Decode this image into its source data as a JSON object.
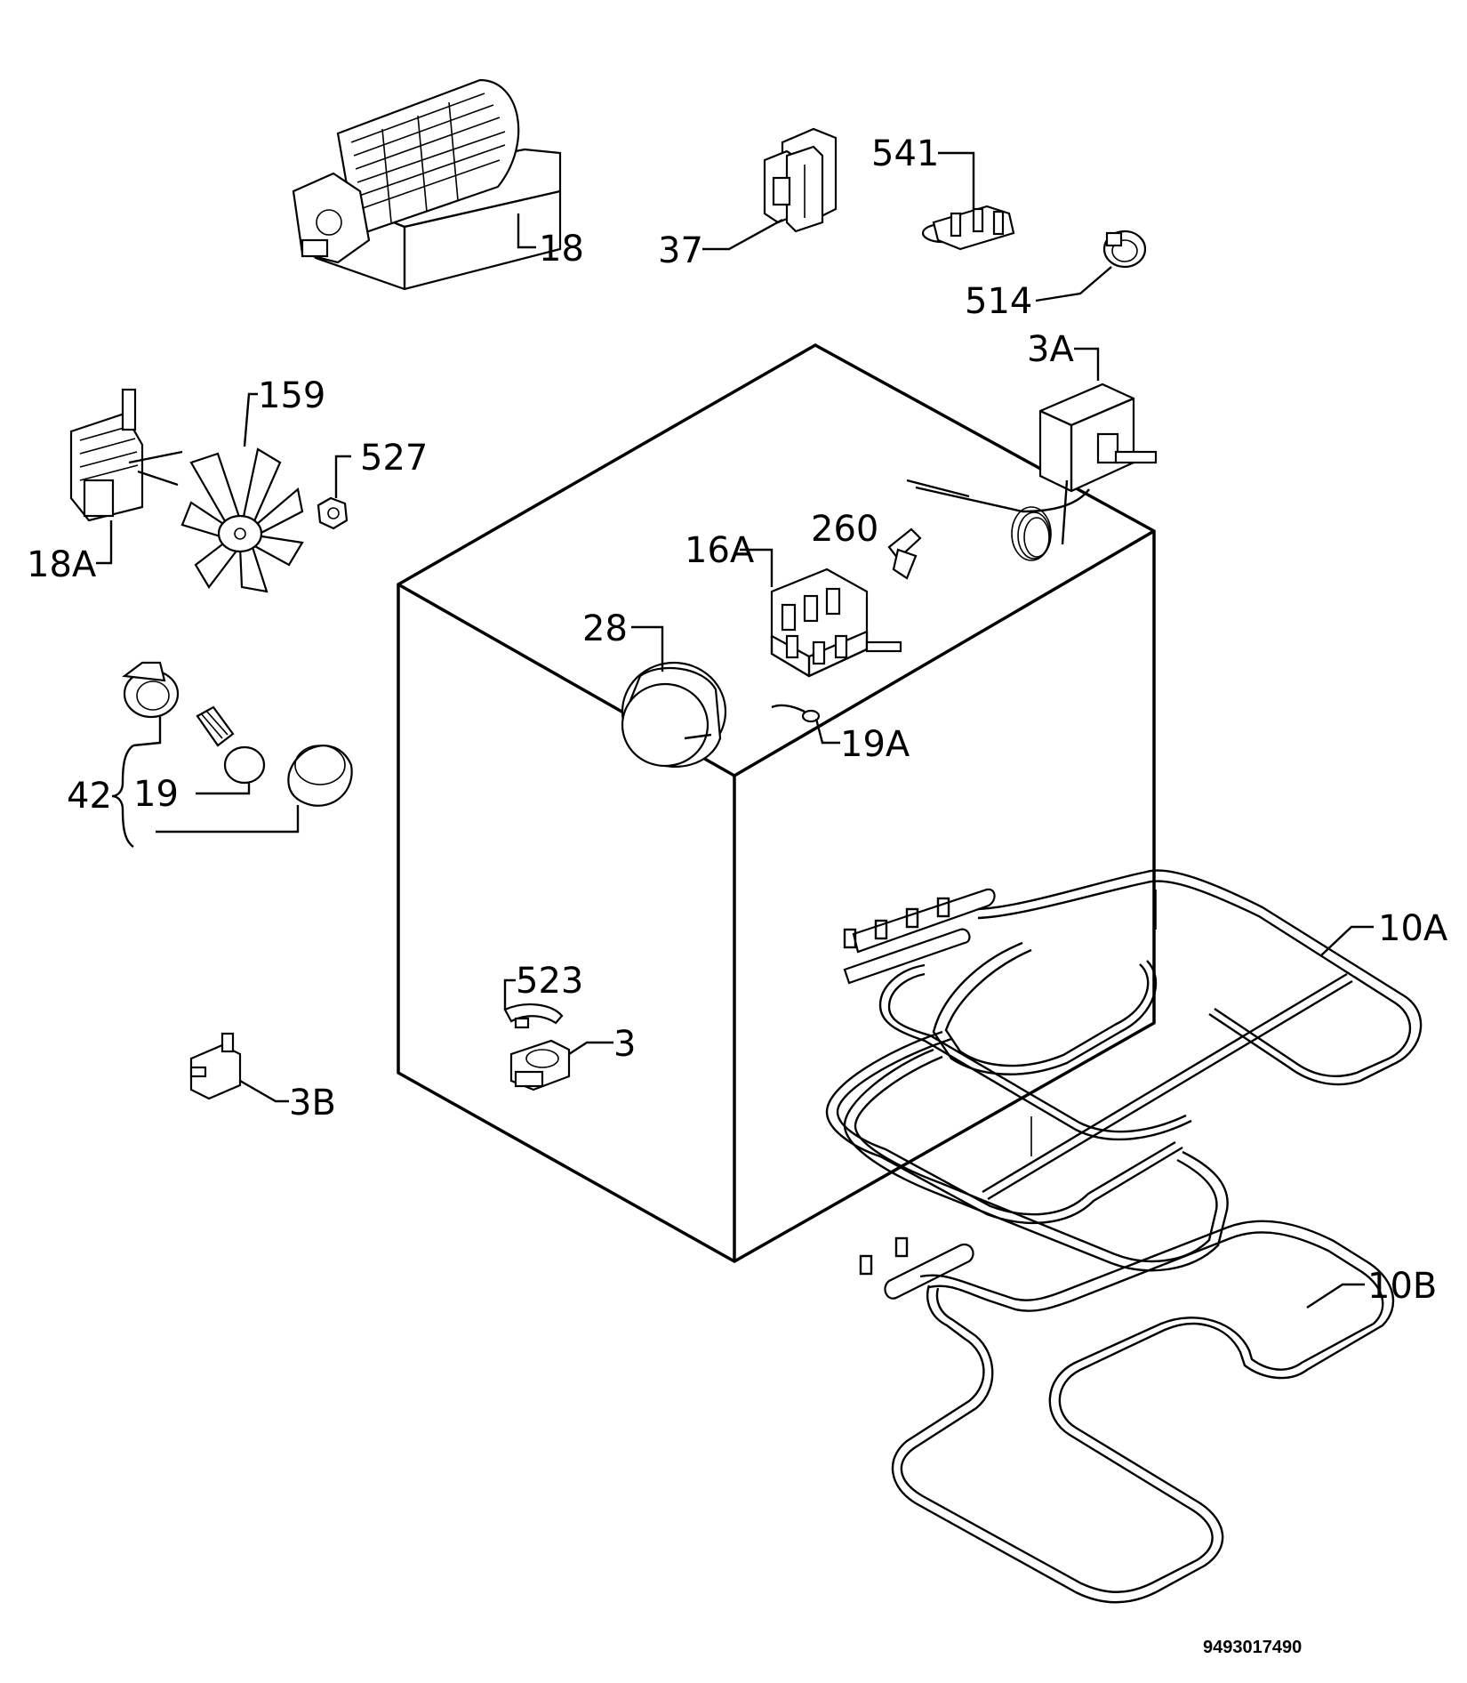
{
  "labels": {
    "fan_heater_duct": "18",
    "switch_block": "37",
    "terminal_block": "541",
    "knob_bush": "514",
    "thermostat": "3A",
    "fan_motor": "18A",
    "fan_blade": "159",
    "fan_nut": "527",
    "contact": "260",
    "selector_switch": "16A",
    "timer": "28",
    "pilot_lamp": "19A",
    "lamp_assembly": "42",
    "lamp_bulb": "19",
    "heating_element_top": "10A",
    "heating_element_bottom": "10B",
    "safety_thermostat_clip": "523",
    "safety_thermostat": "3",
    "thermostat_b": "3B"
  },
  "diagram_code": "9493017490"
}
